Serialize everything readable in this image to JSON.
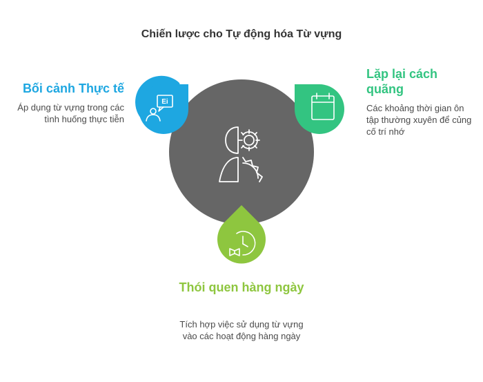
{
  "title": "Chiến lược cho Tự động hóa Từ vựng",
  "colors": {
    "center": "#666666",
    "left": "#1ea7e1",
    "right": "#33c481",
    "bottom": "#8ec63f"
  },
  "items": [
    {
      "heading": "Bối cảnh Thực tế",
      "description": "Áp dụng từ vựng trong các tình huống thực tiễn",
      "icon": "conversation-icon"
    },
    {
      "heading": "Lặp lại cách quãng",
      "description": "Các khoảng thời gian ôn tập thường xuyên để củng cố trí nhớ",
      "icon": "calendar-icon"
    },
    {
      "heading": "Thói quen hàng ngày",
      "description": "Tích hợp việc sử dụng từ vựng vào các hoạt động hàng ngày",
      "icon": "clock-book-icon"
    }
  ],
  "center_icon": "brain-gears-icon"
}
